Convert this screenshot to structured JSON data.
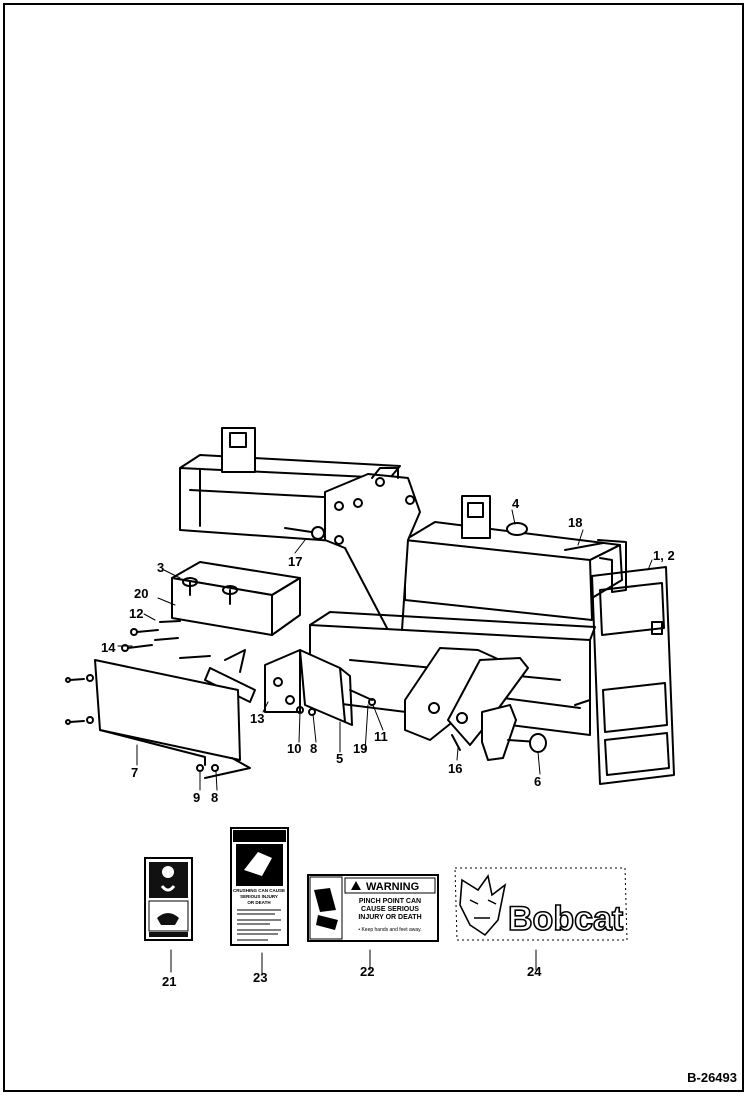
{
  "drawing": {
    "reference_number": "B-26493",
    "callouts": {
      "c1_2": "1, 2",
      "c3": "3",
      "c4": "4",
      "c5": "5",
      "c6": "6",
      "c7": "7",
      "c8a": "8",
      "c8b": "8",
      "c9": "9",
      "c10": "10",
      "c11": "11",
      "c12": "12",
      "c13": "13",
      "c14": "14",
      "c16": "16",
      "c17": "17",
      "c18": "18",
      "c19": "19",
      "c20": "20",
      "c21": "21",
      "c22": "22",
      "c23": "23",
      "c24": "24"
    }
  },
  "decals": {
    "warning_title": "WARNING",
    "warning_line1": "PINCH POINT CAN",
    "warning_line2": "CAUSE SERIOUS",
    "warning_line3": "INJURY OR DEATH",
    "warning_instruction": "• Keep hands and feet away.",
    "crush_line1": "CRUSHING CAN CAUSE",
    "crush_line2": "SERIOUS INJURY",
    "crush_line3": "OR DEATH",
    "brand_logo": "Bobcat"
  }
}
